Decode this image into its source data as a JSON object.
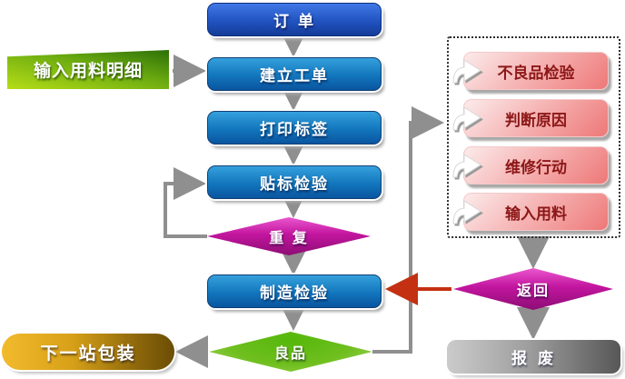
{
  "flow": {
    "order": "订 单",
    "create_work_order": "建立工单",
    "print_label": "打印标签",
    "label_inspection": "贴标检验",
    "repeat": "重 复",
    "manufacturing_inspection": "制造检验",
    "good_product": "良品",
    "next_station_packaging": "下一站包装",
    "input_material_detail": "输入用料明细",
    "return_decision": "返回",
    "scrap": "报 废"
  },
  "defect_panel": {
    "items": [
      {
        "label": "不良品检验",
        "icon": "block-arrow-right-icon"
      },
      {
        "label": "判断原因",
        "icon": "block-arrow-right-icon"
      },
      {
        "label": "维修行动",
        "icon": "block-arrow-right-icon"
      },
      {
        "label": "输入用料",
        "icon": "block-arrow-right-icon"
      }
    ]
  },
  "colors": {
    "process_blue": "#1276bc",
    "order_royal_blue": "#2153c0",
    "decision_magenta": "#c2159e",
    "decision_green": "#6fbf1f",
    "input_green": "#6fae10",
    "packaging_gold": "#d8a118",
    "scrap_gray": "#a0a0a0",
    "defect_pink": "#ee7878",
    "defect_text_red": "#8c1717",
    "connector_gray": "#8f8f8f",
    "return_arrow_red": "#c43012"
  }
}
